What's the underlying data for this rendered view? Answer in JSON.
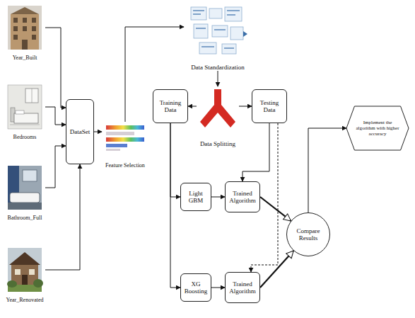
{
  "diagram": {
    "nodes": [
      {
        "text": [
          "Year_Built"
        ]
      },
      {
        "text": [
          "Bedrooms"
        ]
      },
      {
        "text": [
          "Bathroom_Full"
        ]
      },
      {
        "text": [
          "Year_Renovated"
        ]
      },
      {
        "text": [
          "DataSet"
        ]
      },
      {
        "text": [
          "Feature Selection"
        ]
      },
      {
        "text": [
          "Data Standardization"
        ]
      },
      {
        "text": [
          "Training Data"
        ]
      },
      {
        "text": [
          "Data Splitting"
        ]
      },
      {
        "text": [
          "Testing Data"
        ]
      },
      {
        "text": [
          "Light GBM"
        ]
      },
      {
        "text": [
          "Trained Algorithm"
        ]
      },
      {
        "text": [
          "XG Boosting"
        ]
      },
      {
        "text": [
          "Trained Algorithm"
        ]
      },
      {
        "text": [
          "Compare Results"
        ]
      },
      {
        "text": [
          "Implement the algorithm with higher accuracy"
        ]
      }
    ],
    "edges": [
      {
        "from": 0,
        "to": 4,
        "arrow": "to"
      },
      {
        "from": 1,
        "to": 4,
        "arrow": "to"
      },
      {
        "from": 2,
        "to": 4,
        "arrow": "to"
      },
      {
        "from": 3,
        "to": 4,
        "arrow": "to"
      },
      {
        "from": 4,
        "to": 5,
        "arrow": "to"
      },
      {
        "from": 5,
        "to": 6,
        "arrow": "to"
      },
      {
        "from": 6,
        "to": 8,
        "arrow": "to"
      },
      {
        "from": 8,
        "to": 7,
        "arrow": "to"
      },
      {
        "from": 8,
        "to": 9,
        "arrow": "to"
      },
      {
        "from": 7,
        "to": 10,
        "arrow": "to"
      },
      {
        "from": 7,
        "to": 12,
        "arrow": "to"
      },
      {
        "from": 10,
        "to": 11,
        "arrow": "to"
      },
      {
        "from": 9,
        "to": 11,
        "arrow": "to"
      },
      {
        "from": 9,
        "to": 13,
        "arrow": "to"
      },
      {
        "from": 11,
        "to": 14,
        "arrow": "to"
      },
      {
        "from": 12,
        "to": 13,
        "arrow": "to"
      },
      {
        "from": 13,
        "to": 14,
        "arrow": "to"
      },
      {
        "from": 14,
        "to": 15,
        "arrow": "to"
      }
    ]
  }
}
